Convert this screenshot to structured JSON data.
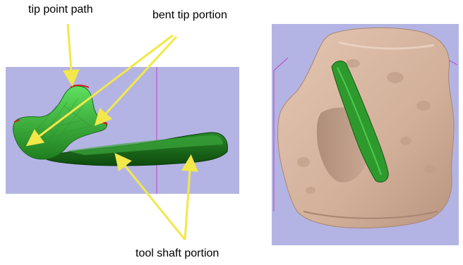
{
  "labels": {
    "tip_point_path": "tip point path",
    "bent_tip_portion": "bent tip portion",
    "tool_shaft_portion": "tool shaft portion"
  },
  "colors": {
    "background_panel": "#b4b4e4",
    "panel_edge": "#c040c0",
    "tool_green": "#2e9a2e",
    "tool_green_light": "#55d455",
    "tool_green_dark": "#125a12",
    "tip_red": "#d02020",
    "bone": "#d9b8a2",
    "bone_shadow": "#b89682",
    "bone_highlight": "#ecd5c4",
    "arrow": "#f2e84a"
  }
}
